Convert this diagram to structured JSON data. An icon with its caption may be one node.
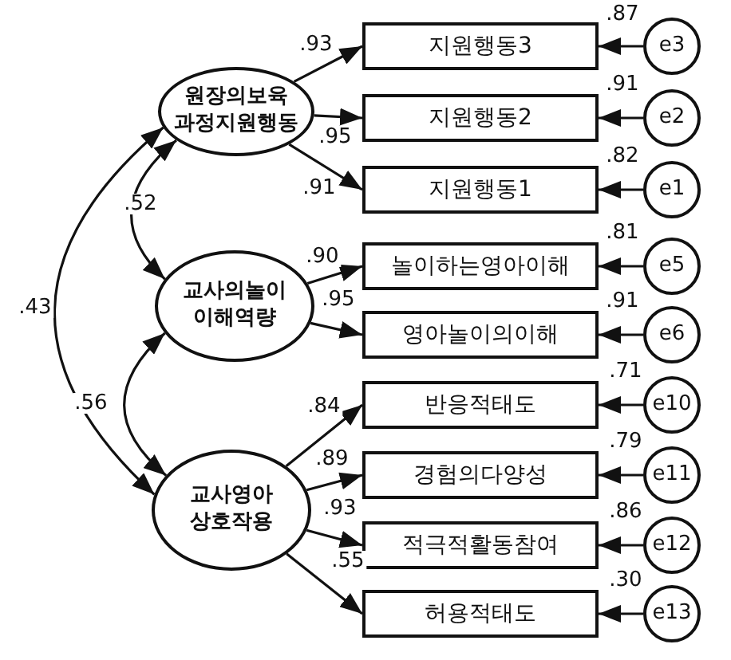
{
  "diagram": {
    "nodes": [
      {
        "text": [
          "원장의보육 과정지원행동"
        ]
      },
      {
        "text": [
          "교사의놀이 이해역량"
        ]
      },
      {
        "text": [
          "교사영아 상호작용"
        ]
      },
      {
        "text": [
          "지원행동3"
        ]
      },
      {
        "text": [
          "지원행동2"
        ]
      },
      {
        "text": [
          "지원행동1"
        ]
      },
      {
        "text": [
          "놀이하는영아이해"
        ]
      },
      {
        "text": [
          "영아놀이의이해"
        ]
      },
      {
        "text": [
          "반응적태도"
        ]
      },
      {
        "text": [
          "경험의다양성"
        ]
      },
      {
        "text": [
          "적극적활동참여"
        ]
      },
      {
        "text": [
          "허용적태도"
        ]
      },
      {
        "text": [
          "e3"
        ]
      },
      {
        "text": [
          "e2"
        ]
      },
      {
        "text": [
          "e1"
        ]
      },
      {
        "text": [
          "e5"
        ]
      },
      {
        "text": [
          "e6"
        ]
      },
      {
        "text": [
          "e10"
        ]
      },
      {
        "text": [
          "e11"
        ]
      },
      {
        "text": [
          "e12"
        ]
      },
      {
        "text": [
          "e13"
        ]
      }
    ],
    "edges": [
      {
        "from": 0,
        "to": 3,
        "arrow": "to",
        "label": ".93"
      },
      {
        "from": 0,
        "to": 4,
        "arrow": "to",
        "label": ".95"
      },
      {
        "from": 0,
        "to": 5,
        "arrow": "to",
        "label": ".91"
      },
      {
        "from": 1,
        "to": 6,
        "arrow": "to",
        "label": ".90"
      },
      {
        "from": 1,
        "to": 7,
        "arrow": "to",
        "label": ".95"
      },
      {
        "from": 2,
        "to": 8,
        "arrow": "to",
        "label": ".84"
      },
      {
        "from": 2,
        "to": 9,
        "arrow": "to",
        "label": ".89"
      },
      {
        "from": 2,
        "to": 10,
        "arrow": "to",
        "label": ".93"
      },
      {
        "from": 2,
        "to": 11,
        "arrow": "to",
        "label": ".55"
      },
      {
        "from": 12,
        "to": 3,
        "arrow": "to",
        "label": ".87"
      },
      {
        "from": 13,
        "to": 4,
        "arrow": "to",
        "label": ".91"
      },
      {
        "from": 14,
        "to": 5,
        "arrow": "to",
        "label": ".82"
      },
      {
        "from": 15,
        "to": 6,
        "arrow": "to",
        "label": ".81"
      },
      {
        "from": 16,
        "to": 7,
        "arrow": "to",
        "label": ".91"
      },
      {
        "from": 17,
        "to": 8,
        "arrow": "to",
        "label": ".71"
      },
      {
        "from": 18,
        "to": 9,
        "arrow": "to",
        "label": ".79"
      },
      {
        "from": 19,
        "to": 10,
        "arrow": "to",
        "label": ".86"
      },
      {
        "from": 20,
        "to": 11,
        "arrow": "to",
        "label": ".30"
      },
      {
        "from": 0,
        "to": 1,
        "arrow": "both",
        "label": ".52"
      },
      {
        "from": 1,
        "to": 2,
        "arrow": "both",
        "label": ".56"
      },
      {
        "from": 0,
        "to": 2,
        "arrow": "both",
        "label": ".43"
      }
    ]
  }
}
